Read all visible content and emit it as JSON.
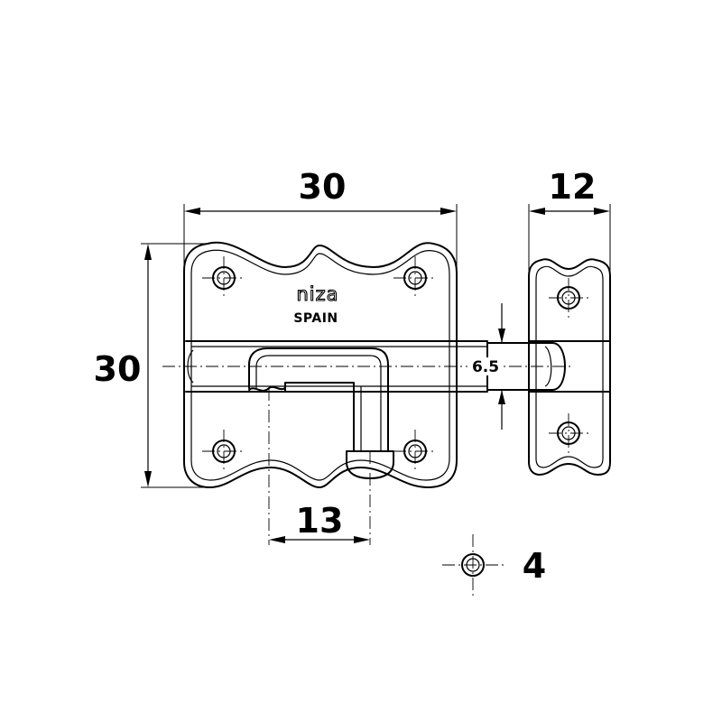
{
  "dimensions": {
    "plate_width": "30",
    "plate_height": "30",
    "side_thickness": "12",
    "bolt_diameter": "6.5",
    "keeper_width": "13",
    "screw_hole": "4"
  },
  "plate_marking": {
    "brand": "niza",
    "country": "SPAIN"
  }
}
